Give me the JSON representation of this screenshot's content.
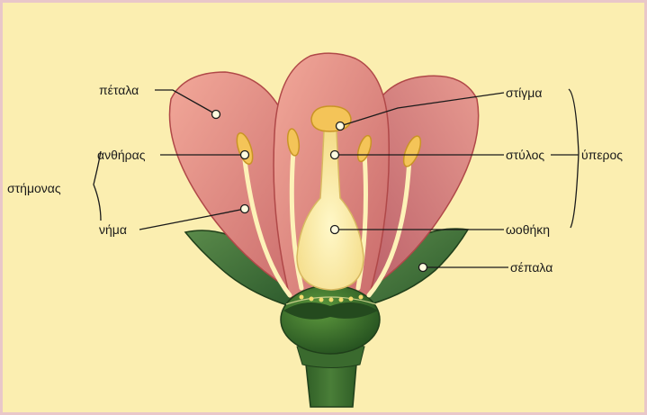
{
  "labels": {
    "petals": "πέταλα",
    "anther": "ανθήρας",
    "stamens": "στήμονας",
    "filament": "νήμα",
    "stigma": "στίγμα",
    "style": "στύλος",
    "pistil": "ύπερος",
    "ovary": "ωοθήκη",
    "sepals": "σέπαλα"
  },
  "colors": {
    "background": "#fbeeb0",
    "border": "#e9c7c9",
    "petal": "#e38a80",
    "sepal": "#3c6e3c",
    "receptacle": "#2f5e2a",
    "pistil": "#fdf2b8",
    "anther": "#f4c458"
  }
}
